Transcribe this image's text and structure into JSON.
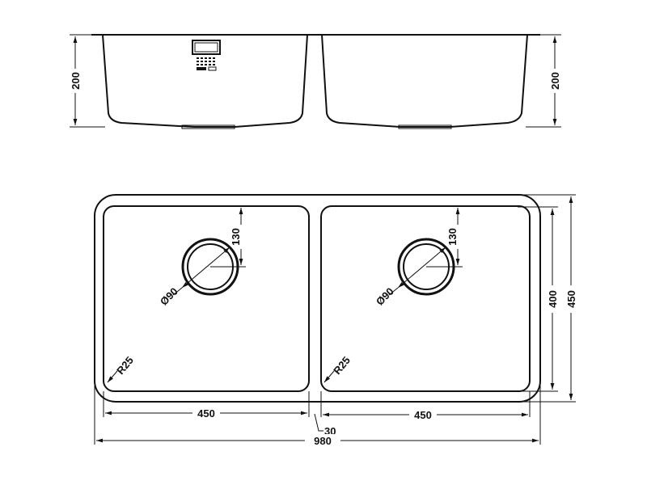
{
  "side_view": {
    "depth_left": "200",
    "depth_right": "200"
  },
  "plan_view": {
    "drain_offset_left": "130",
    "drain_offset_right": "130",
    "drain_diameter_left": "Ø90",
    "drain_diameter_right": "Ø90",
    "corner_radius_left": "R25",
    "corner_radius_right": "R25",
    "bowl_width_left": "450",
    "bowl_width_right": "450",
    "divider_width": "30",
    "overall_width": "980",
    "bowl_length": "400",
    "overall_length": "450"
  },
  "colors": {
    "line": "#111111",
    "background": "#ffffff"
  }
}
